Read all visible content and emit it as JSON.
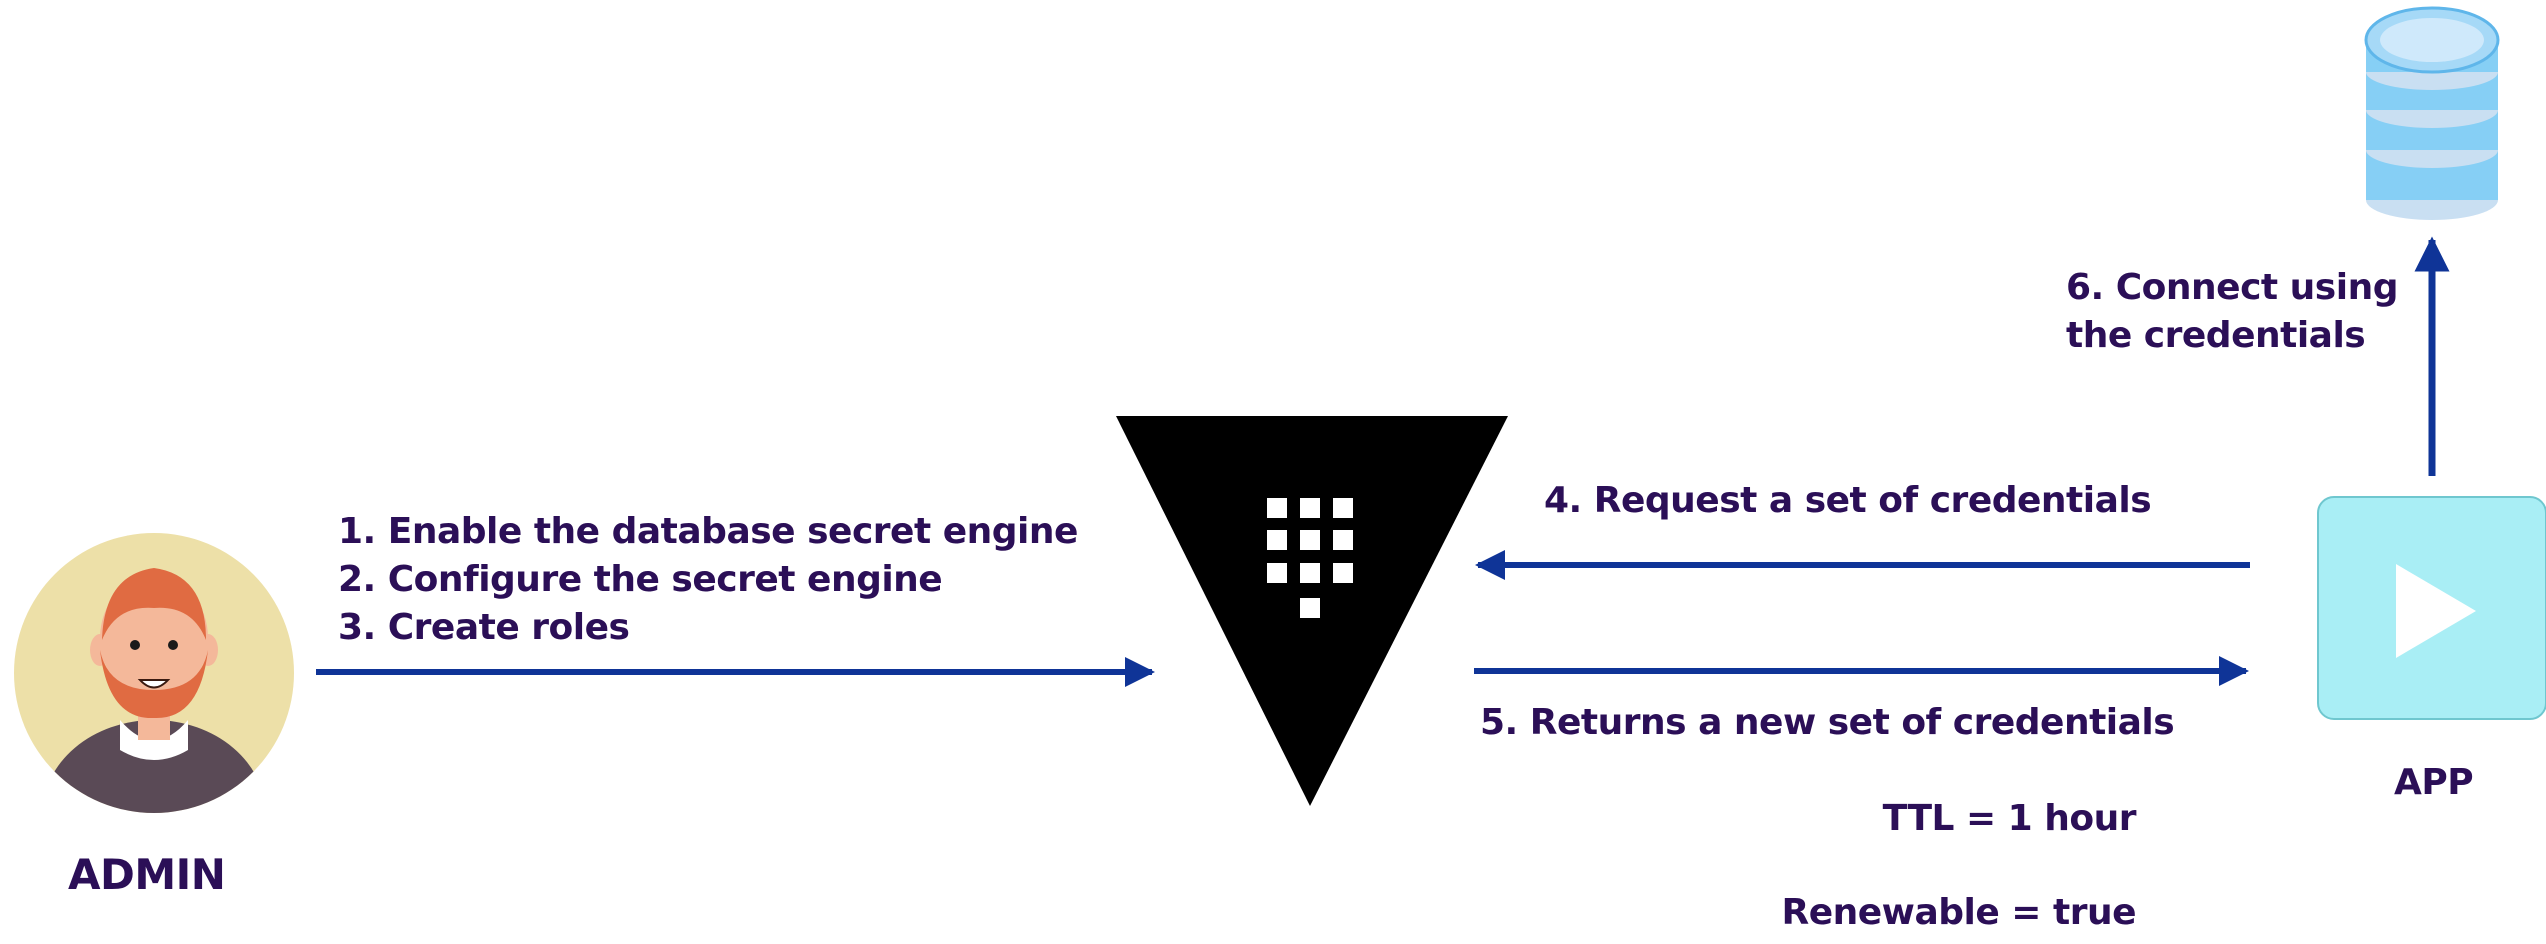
{
  "colors": {
    "text": "#2b0f57",
    "arrow": "#0f3497",
    "vault": "#000000",
    "avatar_bg": "#ede0a8",
    "app_box": "#a9eef5",
    "db_blue": "#7cc7f2"
  },
  "admin": {
    "label": "ADMIN",
    "icon": "admin-avatar-icon",
    "steps": [
      "1. Enable the database secret engine",
      "2. Configure the secret engine",
      "3. Create roles"
    ]
  },
  "vault": {
    "icon": "vault-logo-icon"
  },
  "app": {
    "label": "APP",
    "icon": "play-icon",
    "request": "4. Request a set of credentials",
    "returns": "5. Returns a new set of credentials",
    "ttl": "TTL = 1 hour",
    "renewable": "Renewable = true"
  },
  "database": {
    "icon": "database-icon",
    "connect_line1": "6. Connect using",
    "connect_line2": "the credentials"
  }
}
